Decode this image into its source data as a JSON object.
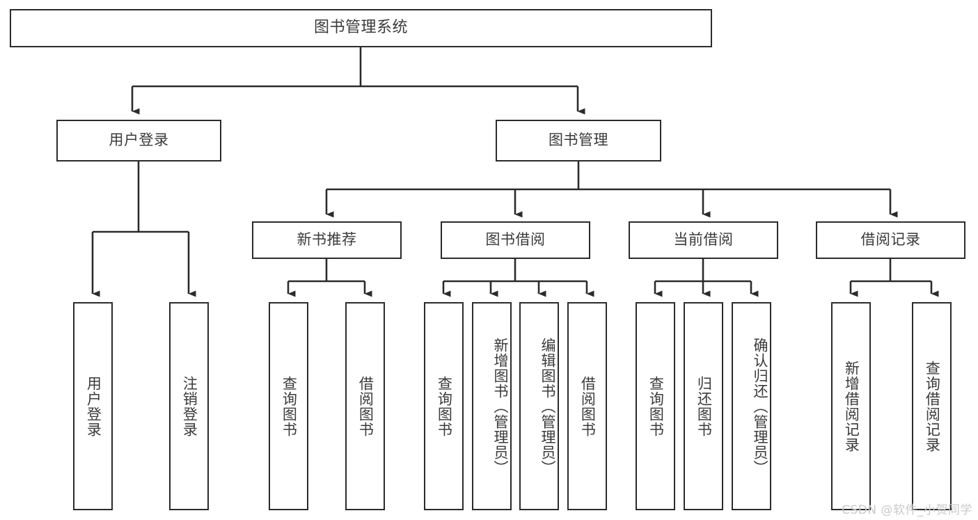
{
  "diagram": {
    "title": "图书管理系统",
    "type": "tree-hierarchy-chart",
    "root": {
      "label": "图书管理系统"
    },
    "level2": [
      {
        "label": "用户登录"
      },
      {
        "label": "图书管理"
      }
    ],
    "level3": [
      {
        "label": "新书推荐"
      },
      {
        "label": "图书借阅"
      },
      {
        "label": "当前借阅"
      },
      {
        "label": "借阅记录"
      }
    ],
    "leaves": {
      "user_login": [
        {
          "label": "用户登录"
        },
        {
          "label": "注销登录"
        }
      ],
      "new_book_recommend": [
        {
          "label": "查询图书"
        },
        {
          "label": "借阅图书"
        }
      ],
      "book_borrow": [
        {
          "label": "查询图书"
        },
        {
          "label": "新增图书（管理员）"
        },
        {
          "label": "编辑图书（管理员）"
        },
        {
          "label": "借阅图书"
        }
      ],
      "current_borrow": [
        {
          "label": "查询图书"
        },
        {
          "label": "归还图书"
        },
        {
          "label": "确认归还（管理员）"
        }
      ],
      "borrow_record": [
        {
          "label": "新增借阅记录"
        },
        {
          "label": "查询借阅记录"
        }
      ]
    }
  },
  "watermark": {
    "text": "CSDN @软件_小贺同学"
  },
  "colors": {
    "box_border": "#2b2b2b",
    "box_fill": "#ffffff",
    "text": "#3a3a3a",
    "connector": "#2b2b2b",
    "watermark": "#c9c9c9",
    "background": "#ffffff"
  }
}
